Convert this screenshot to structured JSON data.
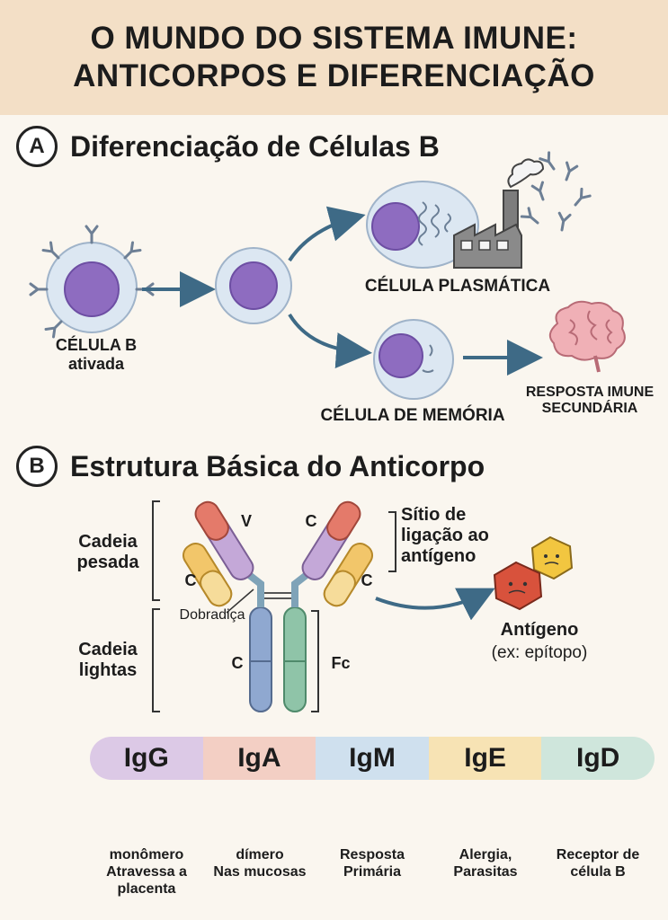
{
  "header": {
    "line1": "O MUNDO DO SISTEMA IMUNE:",
    "line2": "ANTICORPOS E DIFERENCIAÇÃO"
  },
  "section_a": {
    "badge": "A",
    "title": "Diferenciação de Células B",
    "activated_line1": "CÉLULA B",
    "activated_line2": "ativada",
    "plasma_cell": "CÉLULA PLASMÁTICA",
    "memory_cell": "CÉLULA DE MEMÓRIA",
    "response_line1": "RESPOSTA IMUNE",
    "response_line2": "SECUNDÁRIA"
  },
  "section_b": {
    "badge": "B",
    "title": "Estrutura Básica do Anticorpo",
    "heavy_line1": "Cadeia",
    "heavy_line2": "pesada",
    "light_line1": "Cadeia",
    "light_line2": "lightas",
    "hinge": "Dobradiça",
    "v_label": "V",
    "c_label": "C",
    "fc_label": "Fc",
    "site_line1": "Sítio de",
    "site_line2": "ligação ao",
    "site_line3": "antígeno",
    "antigen": "Antígeno",
    "antigen_example": "(ex: epítopo)"
  },
  "isotypes": [
    {
      "name": "IgG",
      "color": "#dcc9e6",
      "desc_line1": "monômero",
      "desc_line2": "Atravessa a",
      "desc_line3": "placenta"
    },
    {
      "name": "IgA",
      "color": "#f3cfc4",
      "desc_line1": "dímero",
      "desc_line2": "Nas mucosas",
      "desc_line3": ""
    },
    {
      "name": "IgM",
      "color": "#cfe0ee",
      "desc_line1": "Resposta",
      "desc_line2": "Primária",
      "desc_line3": ""
    },
    {
      "name": "IgE",
      "color": "#f7e3b4",
      "desc_line1": "Alergia,",
      "desc_line2": "Parasitas",
      "desc_line3": ""
    },
    {
      "name": "IgD",
      "color": "#cfe6dc",
      "desc_line1": "Receptor de",
      "desc_line2": "célula B",
      "desc_line3": ""
    }
  ],
  "colors": {
    "header_bg": "#f3dfc6",
    "cell_body": "#dce7f2",
    "nucleus": "#8e6cc0",
    "heavy_constant_blue": "#8fa8d0",
    "heavy_constant_green": "#8fc4a8",
    "light_chain_yellow": "#f2c66a",
    "variable_red": "#e47a6a",
    "variable_purple": "#c4a8d8",
    "arrow": "#3e6a86"
  }
}
